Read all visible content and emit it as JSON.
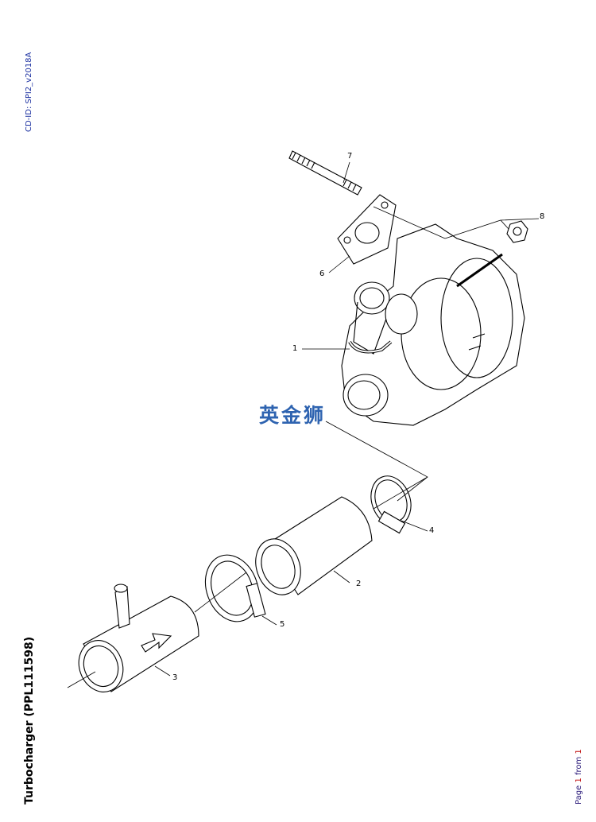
{
  "header": {
    "cd_id": "CD-ID: SPI2_v2018A"
  },
  "title": "Turbocharger (PPL111598)",
  "footer": {
    "page_word": "Page",
    "page_num": "1",
    "from_word": "from",
    "page_total": "1"
  },
  "watermark": "英金狮",
  "callouts": [
    "1",
    "2",
    "3",
    "4",
    "5",
    "6",
    "7",
    "8"
  ]
}
